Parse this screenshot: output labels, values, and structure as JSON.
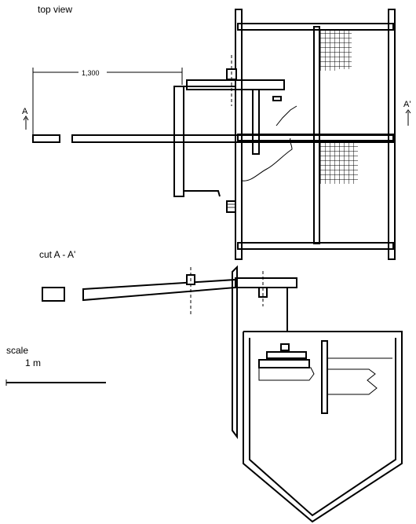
{
  "labels": {
    "top_view": "top view",
    "cut": "cut A - A'",
    "scale": "scale",
    "scale_value": "1 m",
    "dimension": "1,300",
    "section_a": "A",
    "section_a_prime": "A'"
  }
}
